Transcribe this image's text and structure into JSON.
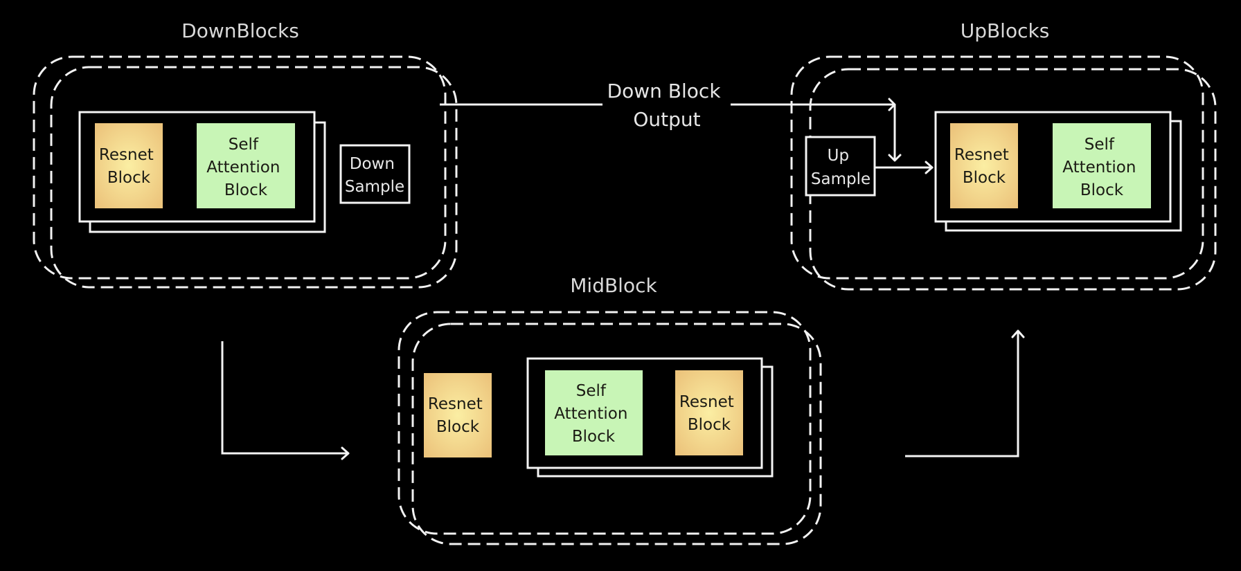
{
  "colors": {
    "background": "#000000",
    "resnet_fill_center": "#fbeea3",
    "resnet_fill_edge": "#ecc47c",
    "attention_fill": "#c8f5b6",
    "stroke": "#f4f4f4"
  },
  "down_blocks": {
    "title": "DownBlocks",
    "resnet": [
      "Resnet",
      "Block"
    ],
    "attention": [
      "Self",
      "Attention",
      "Block"
    ],
    "sample": [
      "Down",
      "Sample"
    ]
  },
  "up_blocks": {
    "title": "UpBlocks",
    "sample": [
      "Up",
      "Sample"
    ],
    "resnet": [
      "Resnet",
      "Block"
    ],
    "attention": [
      "Self",
      "Attention",
      "Block"
    ]
  },
  "mid_block": {
    "title": "MidBlock",
    "resnet_first": [
      "Resnet",
      "Block"
    ],
    "attention": [
      "Self",
      "Attention",
      "Block"
    ],
    "resnet_second": [
      "Resnet",
      "Block"
    ]
  },
  "connections": {
    "skip_label": [
      "Down Block",
      "Output"
    ]
  }
}
